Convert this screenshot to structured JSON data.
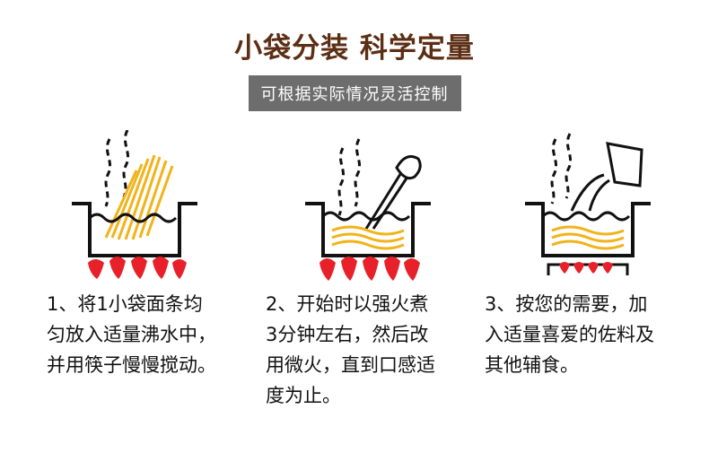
{
  "header": {
    "title": "小袋分装 科学定量",
    "subtitle": "可根据实际情况灵活控制"
  },
  "colors": {
    "title": "#5c2e14",
    "banner": "#6d6d6d",
    "noodle": "#f2b31a",
    "flame": "#e8202a",
    "outline": "#111111"
  },
  "steps": [
    {
      "lines": [
        "1、将1小袋面条均",
        "匀放入适量沸水中，",
        "并用筷子慢慢搅动。"
      ]
    },
    {
      "lines": [
        "2、开始时以强火煮",
        "3分钟左右，然后改",
        "用微火，直到口感适",
        "度为止。"
      ]
    },
    {
      "lines": [
        "3、按您的需要，加",
        "入适量喜爱的佐料及",
        "其他辅食。"
      ]
    }
  ]
}
